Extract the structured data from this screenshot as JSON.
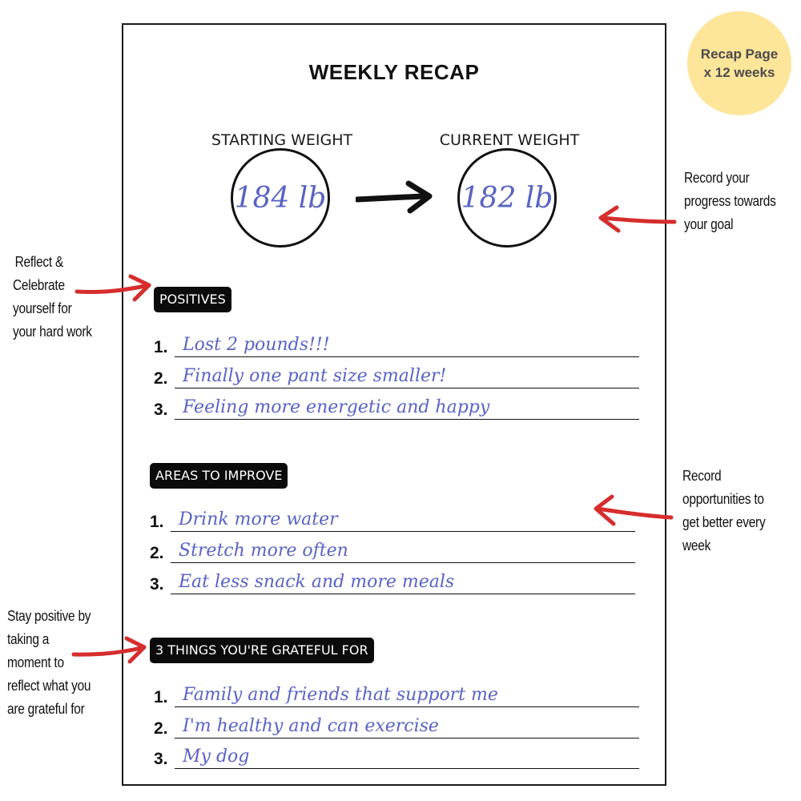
{
  "title": "WEEKLY RECAP",
  "badge": {
    "line1": "Recap Page",
    "line2": "x 12 weeks"
  },
  "weights": {
    "starting_label": "STARTING WEIGHT",
    "current_label": "CURRENT WEIGHT",
    "starting_value": "184 lb",
    "current_value": "182 lb"
  },
  "sections": {
    "positives": {
      "heading": "POSITIVES",
      "items": [
        {
          "num": "1.",
          "text": "Lost 2 pounds!!!"
        },
        {
          "num": "2.",
          "text": "Finally one pant size smaller!"
        },
        {
          "num": "3.",
          "text": "Feeling more energetic and happy"
        }
      ]
    },
    "improve": {
      "heading": "AREAS TO IMPROVE",
      "items": [
        {
          "num": "1.",
          "text": "Drink more water"
        },
        {
          "num": "2.",
          "text": "Stretch more often"
        },
        {
          "num": "3.",
          "text": "Eat less snack and more meals"
        }
      ]
    },
    "grateful": {
      "heading": "3 THINGS YOU'RE GRATEFUL FOR",
      "items": [
        {
          "num": "1.",
          "text": "Family and friends that support me"
        },
        {
          "num": "2.",
          "text": "I'm healthy and can exercise"
        },
        {
          "num": "3.",
          "text": "My dog"
        }
      ]
    }
  },
  "notes": {
    "progress": [
      "Record your",
      "progress towards",
      "your goal"
    ],
    "reflect": [
      "Reflect &",
      "Celebrate",
      "yourself for",
      "your hard work"
    ],
    "opportunities": [
      "Record",
      "opportunities  to",
      "get better every",
      "week"
    ],
    "positive": [
      "Stay positive by",
      "taking a",
      "moment to",
      "reflect what you",
      "are grateful for"
    ]
  },
  "colors": {
    "handwriting": "#5a63c4",
    "arrow": "#d62d2d",
    "badge": "#fde59a",
    "chip": "#0b0b0b"
  }
}
